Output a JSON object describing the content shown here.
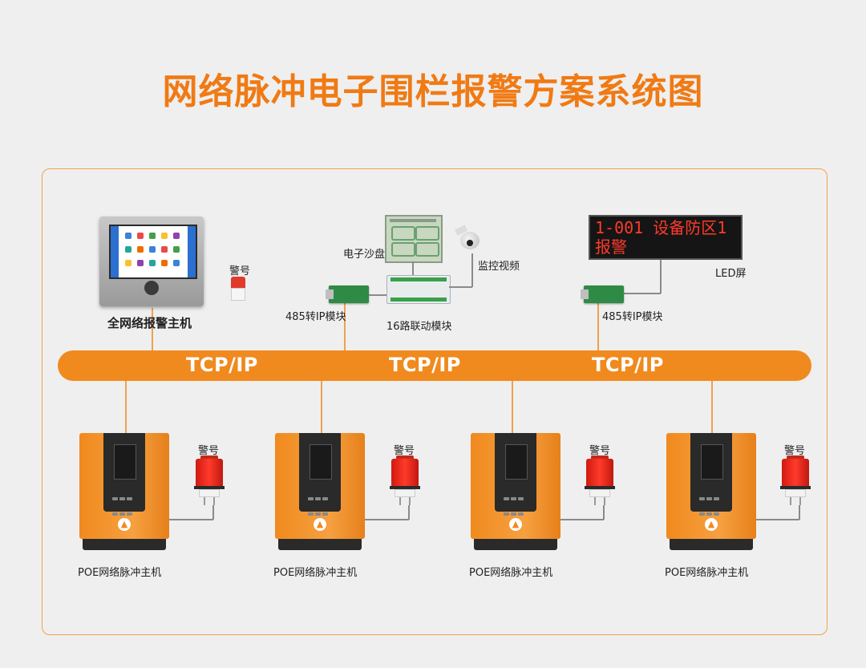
{
  "title": "网络脉冲电子围栏报警方案系统图",
  "colors": {
    "accent": "#f08a1e",
    "title": "#f07a14"
  },
  "bus": {
    "labels": [
      "TCP/IP",
      "TCP/IP",
      "TCP/IP"
    ]
  },
  "top": {
    "host_label": "全网络报警主机",
    "host_alarm_label": "警号",
    "module_left_label": "485转IP模块",
    "sand_table_label": "电子沙盘",
    "linkage_label": "16路联动模块",
    "camera_label": "监控视频",
    "module_right_label": "485转IP模块",
    "led_label": "LED屏",
    "led_text_line1": "1-001 设备防区1",
    "led_text_line2": "报警"
  },
  "bottom": {
    "devices": [
      {
        "label": "POE网络脉冲主机",
        "alarm_label": "警号"
      },
      {
        "label": "POE网络脉冲主机",
        "alarm_label": "警号"
      },
      {
        "label": "POE网络脉冲主机",
        "alarm_label": "警号"
      },
      {
        "label": "POE网络脉冲主机",
        "alarm_label": "警号"
      }
    ]
  }
}
